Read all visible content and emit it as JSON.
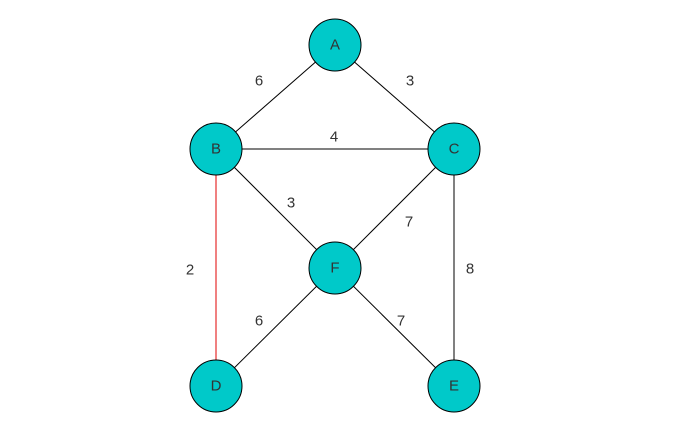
{
  "colors": {
    "node_fill": "#00c9c9",
    "node_stroke": "#000000",
    "edge": "#000000",
    "edge_highlight": "#f08080",
    "text": "#333333"
  },
  "nodes": [
    {
      "id": "A",
      "label": "A"
    },
    {
      "id": "B",
      "label": "B"
    },
    {
      "id": "C",
      "label": "C"
    },
    {
      "id": "F",
      "label": "F"
    },
    {
      "id": "D",
      "label": "D"
    },
    {
      "id": "E",
      "label": "E"
    }
  ],
  "edges": [
    {
      "from": "A",
      "to": "B",
      "weight": "6",
      "highlight": false
    },
    {
      "from": "A",
      "to": "C",
      "weight": "3",
      "highlight": false
    },
    {
      "from": "B",
      "to": "C",
      "weight": "4",
      "highlight": false
    },
    {
      "from": "B",
      "to": "F",
      "weight": "3",
      "highlight": false
    },
    {
      "from": "C",
      "to": "F",
      "weight": "7",
      "highlight": false
    },
    {
      "from": "B",
      "to": "D",
      "weight": "2",
      "highlight": true
    },
    {
      "from": "C",
      "to": "E",
      "weight": "8",
      "highlight": false
    },
    {
      "from": "F",
      "to": "D",
      "weight": "6",
      "highlight": false
    },
    {
      "from": "F",
      "to": "E",
      "weight": "7",
      "highlight": false
    }
  ]
}
